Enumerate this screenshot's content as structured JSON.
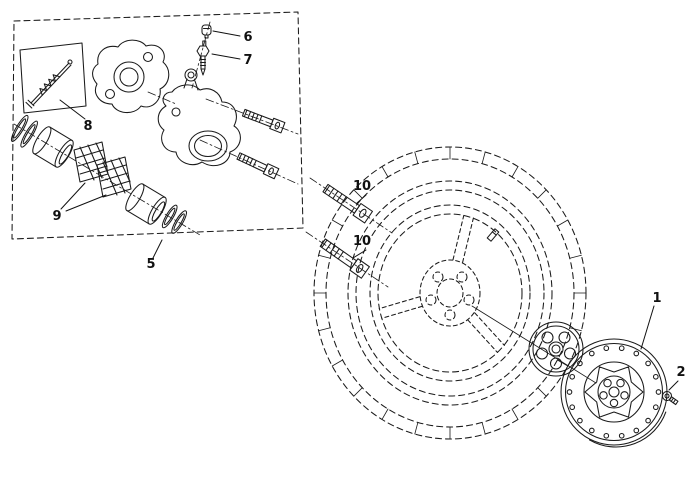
{
  "diagram": {
    "background": "#ffffff",
    "ink": "#1a1a1a",
    "callouts": {
      "disc": "1",
      "disc_bolt": "2",
      "caliper_assembly": "5",
      "bleed_cap": "6",
      "bleed_valve": "7",
      "pad_pin": "8",
      "brake_pads": "9",
      "mounting_bolt_upper": "10",
      "mounting_bolt_lower": "10"
    }
  }
}
